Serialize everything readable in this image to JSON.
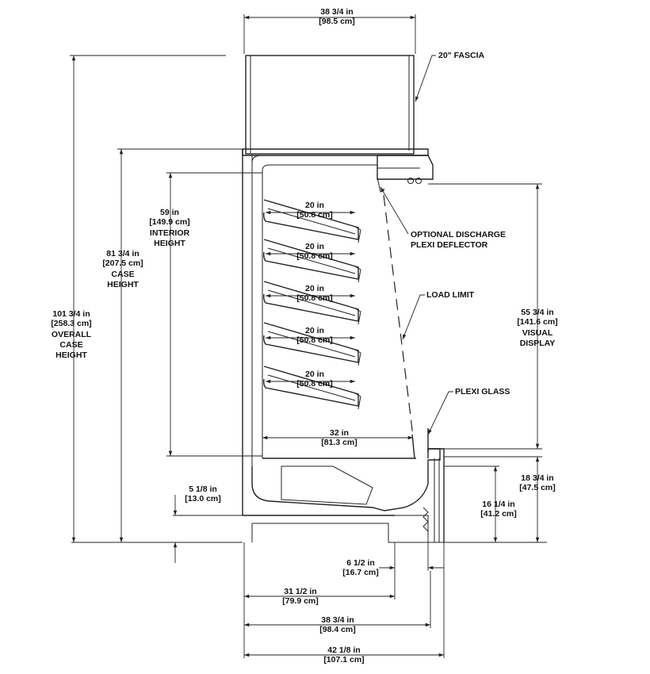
{
  "dimensions": {
    "top_width": {
      "value": "38 3/4 in",
      "metric": "[98.5 cm]"
    },
    "overall_height": {
      "value": "101 3/4 in",
      "metric": "[258.3 cm]",
      "label1": "OVERALL",
      "label2": "CASE",
      "label3": "HEIGHT"
    },
    "case_height": {
      "value": "81 3/4 in",
      "metric": "[207.5 cm]",
      "label1": "CASE",
      "label2": "HEIGHT"
    },
    "interior_height": {
      "value": "59 in",
      "metric": "[149.9 cm]",
      "label1": "INTERIOR",
      "label2": "HEIGHT"
    },
    "shelf_depth": {
      "value": "20 in",
      "metric": "[50.8 cm]"
    },
    "deck_depth": {
      "value": "32 in",
      "metric": "[81.3 cm]"
    },
    "visual_display": {
      "value": "55 3/4 in",
      "metric": "[141.6 cm]",
      "label1": "VISUAL",
      "label2": "DISPLAY"
    },
    "front_height_a": {
      "value": "18 3/4 in",
      "metric": "[47.5 cm]"
    },
    "front_height_b": {
      "value": "16 1/4 in",
      "metric": "[41.2 cm]"
    },
    "base_height": {
      "value": "5 1/8 in",
      "metric": "[13.0 cm]"
    },
    "kick_depth": {
      "value": "6 1/2 in",
      "metric": "[16.7 cm]"
    },
    "base_depth": {
      "value": "31 1/2 in",
      "metric": "[79.9 cm]"
    },
    "case_depth": {
      "value": "38 3/4 in",
      "metric": "[98.4 cm]"
    },
    "overall_depth": {
      "value": "42 1/8 in",
      "metric": "[107.1 cm]"
    }
  },
  "callouts": {
    "fascia": "20\" FASCIA",
    "deflector_1": "OPTIONAL DISCHARGE",
    "deflector_2": "PLEXI DEFLECTOR",
    "load_limit": "LOAD LIMIT",
    "plexi_glass": "PLEXI GLASS"
  }
}
